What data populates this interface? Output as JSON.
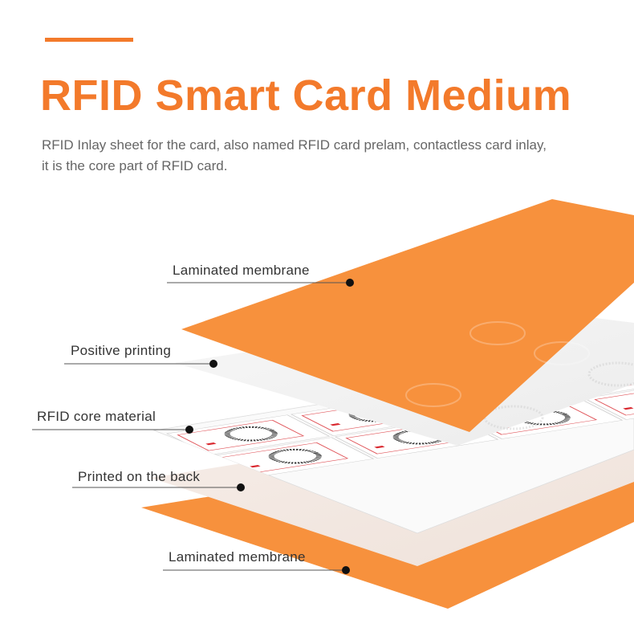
{
  "header": {
    "title": "RFID Smart Card Medium",
    "description_line1": "RFID Inlay sheet for the card, also named RFID card prelam, contactless card inlay,",
    "description_line2": "it is the core part of RFID card."
  },
  "layers": {
    "top_membrane": "Laminated membrane",
    "positive_printing": "Positive printing",
    "core_material": "RFID core material",
    "back_printing": "Printed on the back",
    "bottom_membrane": "Laminated membrane"
  },
  "colors": {
    "accent": "#f37a2b",
    "membrane": "#f7913d",
    "text": "#333333",
    "subtext": "#666666"
  }
}
